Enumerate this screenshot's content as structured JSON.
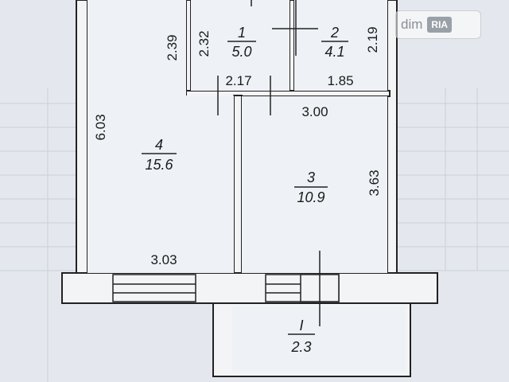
{
  "watermark": {
    "text": "dim",
    "badge": "RIA"
  },
  "rooms": [
    {
      "number": "1",
      "area": "5.0"
    },
    {
      "number": "2",
      "area": "4.1"
    },
    {
      "number": "3",
      "area": "10.9"
    },
    {
      "number": "4",
      "area": "15.6"
    },
    {
      "number": "I",
      "area": "2.3"
    }
  ],
  "dimensions": {
    "d_239": "2.39",
    "d_232": "2.32",
    "d_217": "2.17",
    "d_185": "1.85",
    "d_219": "2.19",
    "d_603": "6.03",
    "d_300": "3.00",
    "d_363": "3.63",
    "d_303": "3.03"
  }
}
